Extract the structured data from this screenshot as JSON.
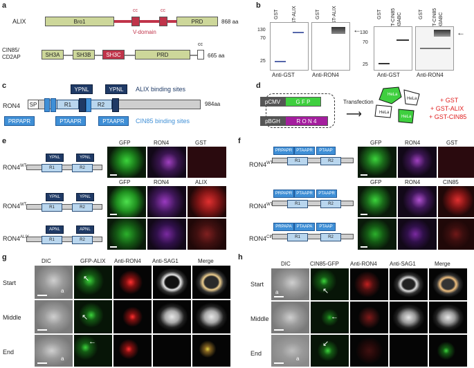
{
  "panels": {
    "a": "a",
    "b": "b",
    "c": "c",
    "d": "d",
    "e": "e",
    "f": "f",
    "g": "g",
    "h": "h"
  },
  "a": {
    "alix_label": "ALIX",
    "alix_len": "868 aa",
    "bro1": "Bro1",
    "prd": "PRD",
    "cc": "cc",
    "vdomain": "V-domain",
    "cin_label1": "CIN85/",
    "cin_label2": "CD2AP",
    "sh3a": "SH3A",
    "sh3b": "SH3B",
    "sh3c": "SH3C",
    "cin_len": "665 aa"
  },
  "b": {
    "lane_gst": "GST",
    "lane_gst_alix": "GST-ALIX",
    "lane_gst_cin": "GST-CIN85",
    "lane_gst_cin2": "GST-CIN85",
    "lane_sh3": "-SH3ABC",
    "mw130": "130",
    "mw70": "70",
    "mw25": "25",
    "anti_gst": "Anti-GST",
    "anti_ron4": "Anti-RON4"
  },
  "c": {
    "ron4": "RON4",
    "sp": "SP",
    "r1": "R1",
    "r2": "R2",
    "ypnl": "YPNL",
    "len": "984aa",
    "alix_sites": "ALIX binding sites",
    "cin_sites": "CIN85 binding sites",
    "prpapr": "PRPAPR",
    "ptaapr": "PTAAPR"
  },
  "d": {
    "pcmv": "pCMV",
    "gfp": "G F P",
    "pbgh": "pBGH",
    "ron4": "R O N 4",
    "transfection": "Transfection",
    "hela": "HeLa",
    "gst": "+ GST",
    "gst_alix": "+ GST-ALIX",
    "gst_cin": "+ GST-CIN85"
  },
  "e": {
    "cols1": [
      "GFP",
      "RON4",
      "GST"
    ],
    "cols2": [
      "GFP",
      "RON4",
      "ALIX"
    ],
    "row1": "RON4",
    "row1sup": "WT",
    "row2": "RON4",
    "row2sup": "WT",
    "row3": "RON4",
    "row3sup": "ALIX",
    "ypnl": "YPNL",
    "apnl": "APNL",
    "r1": "R1",
    "r2": "R2"
  },
  "f": {
    "cols1": [
      "GFP",
      "RON4",
      "GST"
    ],
    "cols2": [
      "GFP",
      "RON4",
      "CIN85"
    ],
    "row1": "RON4",
    "row1sup": "WT",
    "row2": "RON4",
    "row2sup": "WT",
    "row3": "RON4",
    "row3sup": "CIN85",
    "prpapr": "PRPAPR",
    "ptaapr": "PTAAPR",
    "ptaap": "PTAAP",
    "prpapa": "PRPAPA",
    "ptaapa": "PTAAPA",
    "r1": "R1",
    "r2": "R2"
  },
  "g": {
    "cols": [
      "DIC",
      "GFP-ALIX",
      "Anti-RON4",
      "Anti-SAG1",
      "Merge"
    ],
    "rows": [
      "Start",
      "Middle",
      "End"
    ],
    "a": "a"
  },
  "h": {
    "cols": [
      "DIC",
      "CIN85-GFP",
      "Anti-RON4",
      "Anti-SAG1",
      "Merge"
    ],
    "rows": [
      "Start",
      "Middle",
      "End"
    ],
    "a": "a"
  },
  "colors": {
    "alix": "#cdd79a",
    "sh3c": "#c0344a",
    "navy": "#1f3a66",
    "cyan": "#3f8fd6",
    "red_text": "#e02020"
  }
}
